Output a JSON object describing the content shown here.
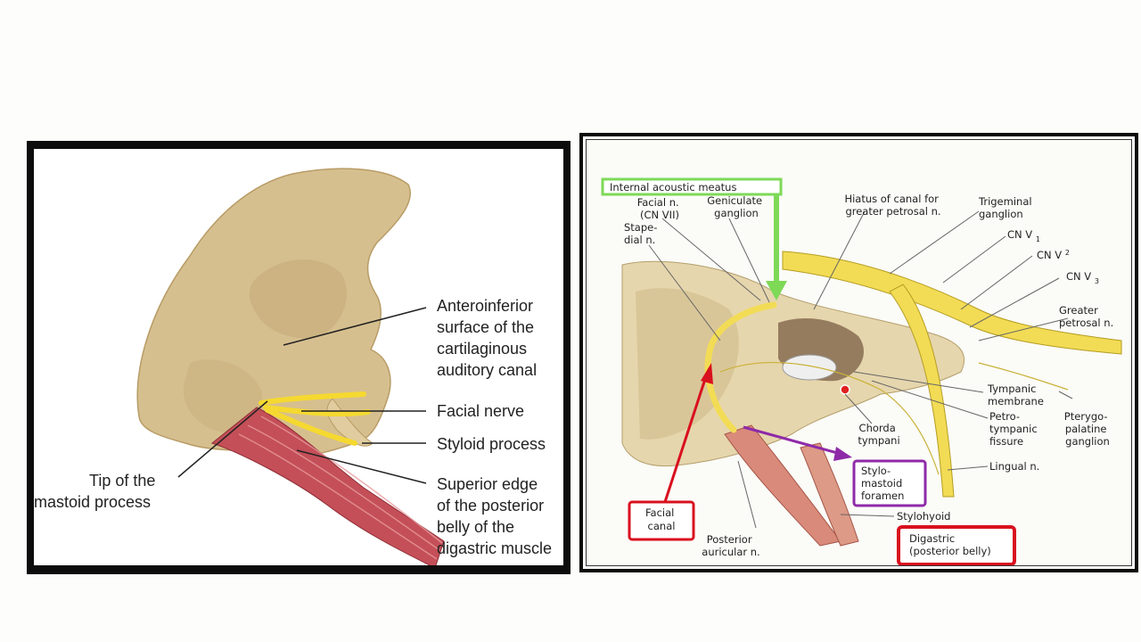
{
  "left_diagram": {
    "labels": {
      "anteroinferior": [
        "Anteroinferior",
        "surface of the",
        "cartilaginous",
        "auditory canal"
      ],
      "facial_nerve": "Facial nerve",
      "styloid": "Styloid process",
      "superior_edge": [
        "Superior edge",
        "of the posterior",
        "belly of the",
        "digastric muscle"
      ],
      "mastoid_tip": [
        "Tip of the",
        "mastoid process"
      ]
    }
  },
  "right_diagram": {
    "boxes": {
      "internal_acoustic_meatus": "Internal acoustic meatus",
      "facial_canal": [
        "Facial",
        "canal"
      ],
      "stylomastoid_foramen": [
        "Stylo-",
        "mastoid",
        "foramen"
      ],
      "digastric": [
        "Digastric",
        "(posterior belly)"
      ]
    },
    "labels": {
      "facial_n": [
        "Facial n.",
        "(CN VII)"
      ],
      "geniculate": [
        "Geniculate",
        "ganglion"
      ],
      "stapedial": [
        "Stape-",
        "dial n."
      ],
      "hiatus": [
        "Hiatus of canal for",
        "greater petrosal n."
      ],
      "trigeminal": [
        "Trigeminal",
        "ganglion"
      ],
      "cn_v1": [
        "CN V",
        "1"
      ],
      "cn_v2": [
        "CN V",
        "2"
      ],
      "cn_v3": [
        "CN V",
        "3"
      ],
      "greater_petrosal": [
        "Greater",
        "petrosal n."
      ],
      "tympanic_membrane": [
        "Tympanic",
        "membrane"
      ],
      "chorda_tympani": [
        "Chorda",
        "tympani"
      ],
      "petrotympanic": [
        "Petro-",
        "tympanic",
        "fissure"
      ],
      "pterygopalatine": [
        "Pterygo-",
        "palatine",
        "ganglion"
      ],
      "lingual": "Lingual n.",
      "stylohyoid": "Stylohyoid",
      "posterior_auricular": [
        "Posterior",
        "auricular n."
      ]
    }
  },
  "colors": {
    "green_highlight": "#7ed957",
    "red_highlight": "#d9101e",
    "purple_highlight": "#8e2aa8",
    "bone": "#d9c49a",
    "nerve": "#f2dc55",
    "muscle": "#c8505a"
  }
}
